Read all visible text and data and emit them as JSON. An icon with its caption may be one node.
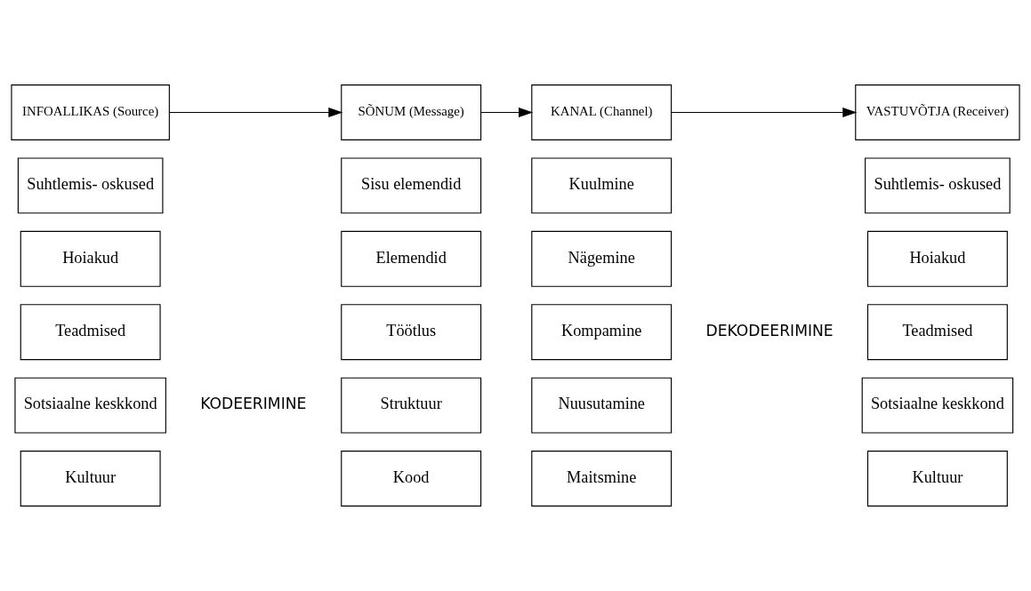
{
  "diagram": {
    "nodes": [
      {
        "text": [
          "INFOALLIKAS (Source)"
        ]
      },
      {
        "text": [
          "SÕNUM (Message)"
        ]
      },
      {
        "text": [
          "KANAL (Channel)"
        ]
      },
      {
        "text": [
          "VASTUVÕTJA (Receiver)"
        ]
      },
      {
        "text": [
          "Suhtlemis- oskused"
        ]
      },
      {
        "text": [
          "Sisu elemendid"
        ]
      },
      {
        "text": [
          "Kuulmine"
        ]
      },
      {
        "text": [
          "Suhtlemis- oskused"
        ]
      },
      {
        "text": [
          "Hoiakud"
        ]
      },
      {
        "text": [
          "Elemendid"
        ]
      },
      {
        "text": [
          "Nägemine"
        ]
      },
      {
        "text": [
          "Hoiakud"
        ]
      },
      {
        "text": [
          "Teadmised"
        ]
      },
      {
        "text": [
          "Töötlus"
        ]
      },
      {
        "text": [
          "Kompamine"
        ]
      },
      {
        "text": [
          "Teadmised"
        ]
      },
      {
        "text": [
          "Sotsiaalne keskkond"
        ]
      },
      {
        "text": [
          "Struktuur"
        ]
      },
      {
        "text": [
          "Nuusutamine"
        ]
      },
      {
        "text": [
          "Sotsiaalne keskkond"
        ]
      },
      {
        "text": [
          "Kultuur"
        ]
      },
      {
        "text": [
          "Kood"
        ]
      },
      {
        "text": [
          "Maitsmine"
        ]
      },
      {
        "text": [
          "Kultuur"
        ]
      }
    ],
    "edges": [
      {
        "from": 0,
        "to": 1,
        "arrow": "to"
      },
      {
        "from": 1,
        "to": 2,
        "arrow": "to"
      },
      {
        "from": 2,
        "to": 3,
        "arrow": "to"
      }
    ],
    "labels": [
      "KODEERIMINE",
      "DEKODEERIMINE"
    ]
  }
}
